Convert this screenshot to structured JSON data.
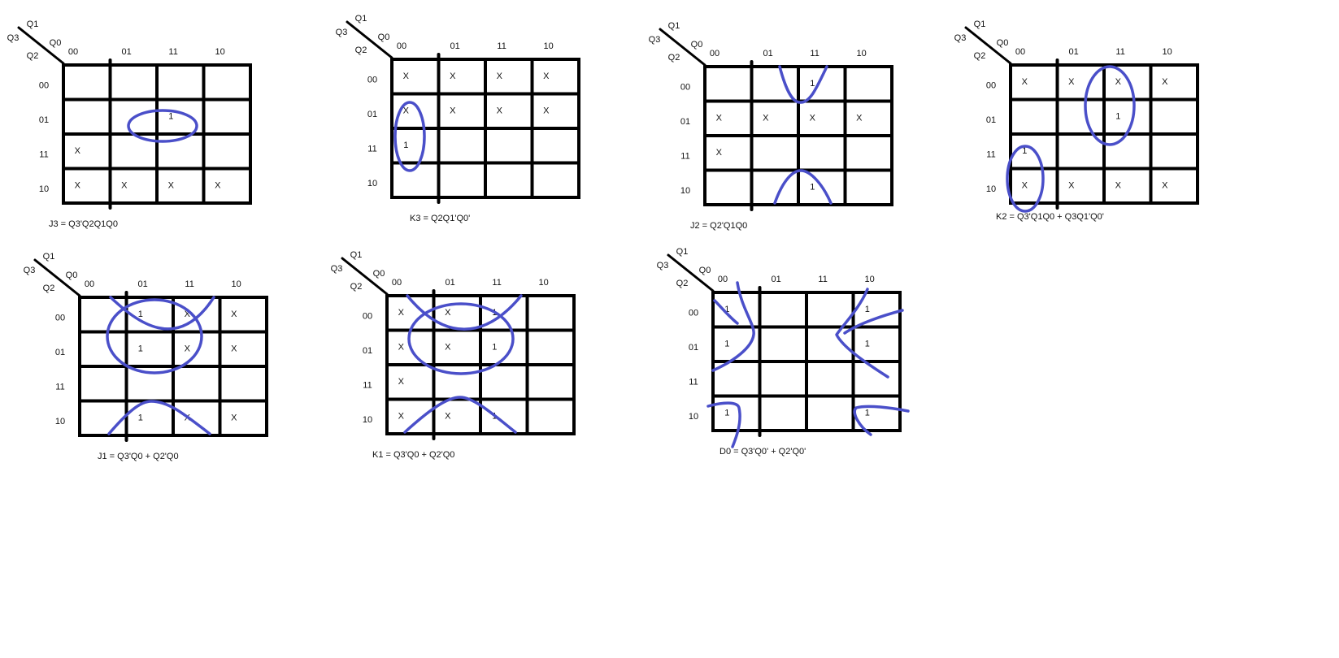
{
  "style": {
    "ink_color": "#000000",
    "group_color": "#4a4fc9",
    "background": "#ffffff"
  },
  "kmaps": [
    {
      "id": "j3",
      "variables": {
        "row": "Q3",
        "col": "Q1",
        "row_lower": "Q2",
        "col_lower": "Q0"
      },
      "col_labels": [
        "00",
        "01",
        "11",
        "10"
      ],
      "row_labels": [
        "00",
        "01",
        "11",
        "10"
      ],
      "cells": [
        [
          "",
          "",
          "",
          ""
        ],
        [
          "",
          "",
          "1",
          ""
        ],
        [
          "X",
          "",
          "",
          ""
        ],
        [
          "X",
          "X",
          "X",
          "X"
        ]
      ],
      "expression": "J3 =  Q3'Q2Q1Q0"
    },
    {
      "id": "k3",
      "variables": {
        "row": "Q3",
        "col": "Q1",
        "row_lower": "Q2",
        "col_lower": "Q0"
      },
      "col_labels": [
        "00",
        "01",
        "11",
        "10"
      ],
      "row_labels": [
        "00",
        "01",
        "11",
        "10"
      ],
      "cells": [
        [
          "X",
          "X",
          "X",
          "X"
        ],
        [
          "X",
          "X",
          "X",
          "X"
        ],
        [
          "1",
          "",
          "",
          ""
        ],
        [
          "",
          "",
          "",
          ""
        ]
      ],
      "expression": "K3 = Q2Q1'Q0'"
    },
    {
      "id": "j2",
      "variables": {
        "row": "Q3",
        "col": "Q1",
        "row_lower": "Q2",
        "col_lower": "Q0"
      },
      "col_labels": [
        "00",
        "01",
        "11",
        "10"
      ],
      "row_labels": [
        "00",
        "01",
        "11",
        "10"
      ],
      "cells": [
        [
          "",
          "",
          "1",
          ""
        ],
        [
          "X",
          "X",
          "X",
          "X"
        ],
        [
          "X",
          "",
          "",
          ""
        ],
        [
          "",
          "",
          "1",
          ""
        ]
      ],
      "expression": "J2 = Q2'Q1Q0"
    },
    {
      "id": "k2",
      "variables": {
        "row": "Q3",
        "col": "Q1",
        "row_lower": "Q2",
        "col_lower": "Q0"
      },
      "col_labels": [
        "00",
        "01",
        "11",
        "10"
      ],
      "row_labels": [
        "00",
        "01",
        "11",
        "10"
      ],
      "cells": [
        [
          "X",
          "X",
          "X",
          "X"
        ],
        [
          "",
          "",
          "1",
          ""
        ],
        [
          "1",
          "",
          "",
          ""
        ],
        [
          "X",
          "X",
          "X",
          "X"
        ]
      ],
      "expression": "K2 = Q3'Q1Q0 + Q3Q1'Q0'"
    },
    {
      "id": "j1",
      "variables": {
        "row": "Q3",
        "col": "Q1",
        "row_lower": "Q2",
        "col_lower": "Q0"
      },
      "col_labels": [
        "00",
        "01",
        "11",
        "10"
      ],
      "row_labels": [
        "00",
        "01",
        "11",
        "10"
      ],
      "cells": [
        [
          "",
          "1",
          "X",
          "X"
        ],
        [
          "",
          "1",
          "X",
          "X"
        ],
        [
          "",
          "",
          "",
          ""
        ],
        [
          "",
          "1",
          "X",
          "X"
        ]
      ],
      "expression": "J1 = Q3'Q0 + Q2'Q0"
    },
    {
      "id": "k1",
      "variables": {
        "row": "Q3",
        "col": "Q1",
        "row_lower": "Q2",
        "col_lower": "Q0"
      },
      "col_labels": [
        "00",
        "01",
        "11",
        "10"
      ],
      "row_labels": [
        "00",
        "01",
        "11",
        "10"
      ],
      "cells": [
        [
          "X",
          "X",
          "1",
          ""
        ],
        [
          "X",
          "X",
          "1",
          ""
        ],
        [
          "X",
          "",
          "",
          ""
        ],
        [
          "X",
          "X",
          "1",
          ""
        ]
      ],
      "expression": "K1 =  Q3'Q0 + Q2'Q0"
    },
    {
      "id": "d0",
      "variables": {
        "row": "Q3",
        "col": "Q1",
        "row_lower": "Q2",
        "col_lower": "Q0"
      },
      "col_labels": [
        "00",
        "01",
        "11",
        "10"
      ],
      "row_labels": [
        "00",
        "01",
        "11",
        "10"
      ],
      "cells": [
        [
          "1",
          "",
          "",
          "1"
        ],
        [
          "1",
          "",
          "",
          "1"
        ],
        [
          "",
          "",
          "",
          ""
        ],
        [
          "1",
          "",
          "",
          "1"
        ]
      ],
      "expression": "D0 = Q3'Q0' + Q2'Q0'"
    }
  ]
}
